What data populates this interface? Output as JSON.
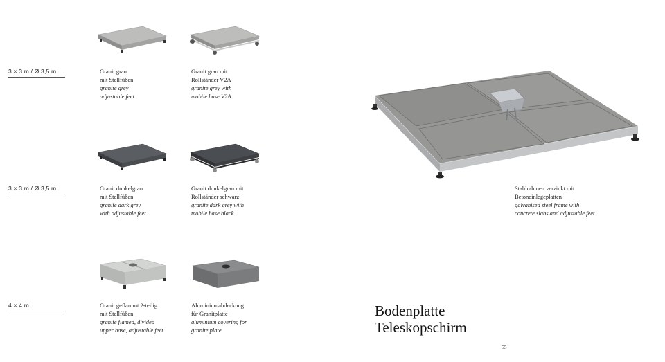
{
  "rows": [
    {
      "size_label": "3 × 3 m / Ø 3,5 m",
      "items": [
        {
          "lines": [
            "Granit grau",
            "mit Stellfüßen"
          ],
          "italic": [
            "granite grey",
            "adjustable feet"
          ],
          "color": "#b3b3b1"
        },
        {
          "lines": [
            "Granit grau mit",
            "Rollständer V2A"
          ],
          "italic": [
            "granite grey with",
            "mobile base V2A"
          ],
          "color": "#b3b3b1"
        }
      ]
    },
    {
      "size_label": "3 × 3 m / Ø 3,5 m",
      "items": [
        {
          "lines": [
            "Granit dunkelgrau",
            "mit Stellfüßen"
          ],
          "italic": [
            "granite dark grey",
            "with adjustable feet"
          ],
          "color": "#5a5d61"
        },
        {
          "lines": [
            "Granit dunkelgrau mit",
            "Rollständer schwarz"
          ],
          "italic": [
            "granite dark grey with",
            "mobile base black"
          ],
          "color": "#4a4d51"
        }
      ]
    },
    {
      "size_label": "4 × 4 m",
      "items": [
        {
          "lines": [
            "Granit geflammt 2-teilig",
            "mit Stellfüßen"
          ],
          "italic": [
            "granite flamed, divided",
            "upper base, adjustable feet"
          ],
          "color": "#c8cac8"
        },
        {
          "lines": [
            "Aluminiumabdeckung",
            "für Granitplatte"
          ],
          "italic": [
            "aluminium covering for",
            "granite plate"
          ],
          "color": "#808284"
        }
      ]
    }
  ],
  "feature": {
    "lines": [
      "Stahlrahmen verzinkt mit",
      "Betoneinlegeplatten"
    ],
    "italic": [
      "galvanised steel frame with",
      "concrete slabs and adjustable feet"
    ]
  },
  "title": [
    "Bodenplatte",
    "Teleskopschirm"
  ],
  "page_number": "55"
}
